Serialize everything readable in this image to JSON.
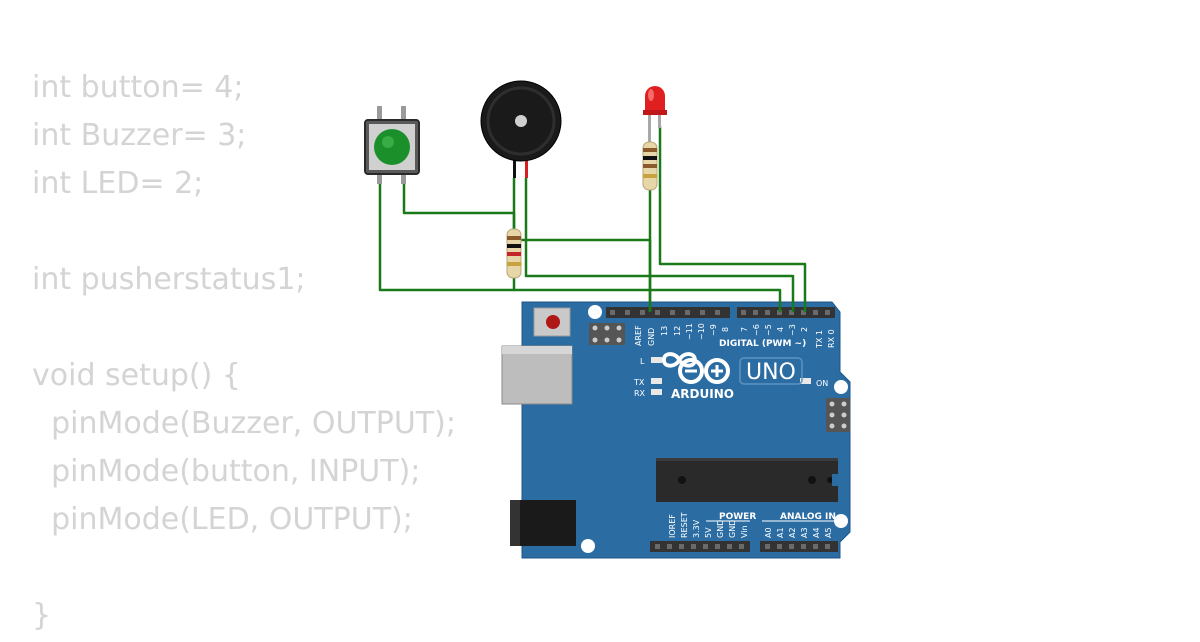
{
  "code": {
    "lines": [
      "int button= 4;",
      "int Buzzer= 3;",
      "int LED= 2;",
      "",
      "int pusherstatus1;",
      "",
      "void setup() {",
      "  pinMode(Buzzer, OUTPUT);",
      "  pinMode(button, INPUT);",
      "  pinMode(LED, OUTPUT);",
      "",
      "}"
    ]
  },
  "board": {
    "model": "UNO",
    "brand": "ARDUINO",
    "digital_label": "DIGITAL (PWM ~)",
    "analog_label": "ANALOG IN",
    "power_label": "POWER",
    "on_label": "ON",
    "led_l": "L",
    "led_tx": "TX",
    "led_rx": "RX",
    "top_pins": [
      "AREF",
      "GND",
      "13",
      "12",
      "~11",
      "~10",
      "~9",
      "8"
    ],
    "digital_pins": [
      "7",
      "~6",
      "~5",
      "4",
      "~3",
      "2",
      "TX 1",
      "RX 0"
    ],
    "power_pins": [
      "IOREF",
      "RESET",
      "3.3V",
      "5V",
      "GND",
      "GND",
      "Vin"
    ],
    "analog_pins": [
      "A0",
      "A1",
      "A2",
      "A3",
      "A4",
      "A5"
    ]
  },
  "colors": {
    "board": "#2b6ca3",
    "wire": "#1a7a1a",
    "button_cap": "#1a8f2a",
    "led": "#e02020",
    "code_text": "#d4d4d4"
  }
}
